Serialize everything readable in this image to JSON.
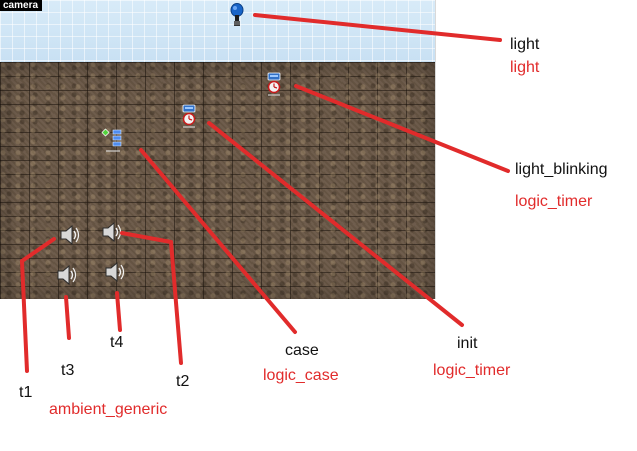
{
  "viewport": {
    "camera_label": "camera"
  },
  "annotations": {
    "light_name": "light",
    "light_class": "light",
    "light_blinking_name": "light_blinking",
    "light_blinking_class": "logic_timer",
    "case_name": "case",
    "case_class": "logic_case",
    "init_name": "init",
    "init_class": "logic_timer",
    "t1": "t1",
    "t2": "t2",
    "t3": "t3",
    "t4": "t4",
    "ambient_class": "ambient_generic"
  },
  "icons": {
    "light": "light-bulb-icon",
    "timer": "timer-icon",
    "logic_case": "logic-case-icon",
    "ambient_generic": "speaker-icon"
  },
  "colors": {
    "annotation_red": "#e12b2b",
    "sky_blue": "#cfe5f7",
    "stone_brown": "#6a5847"
  }
}
